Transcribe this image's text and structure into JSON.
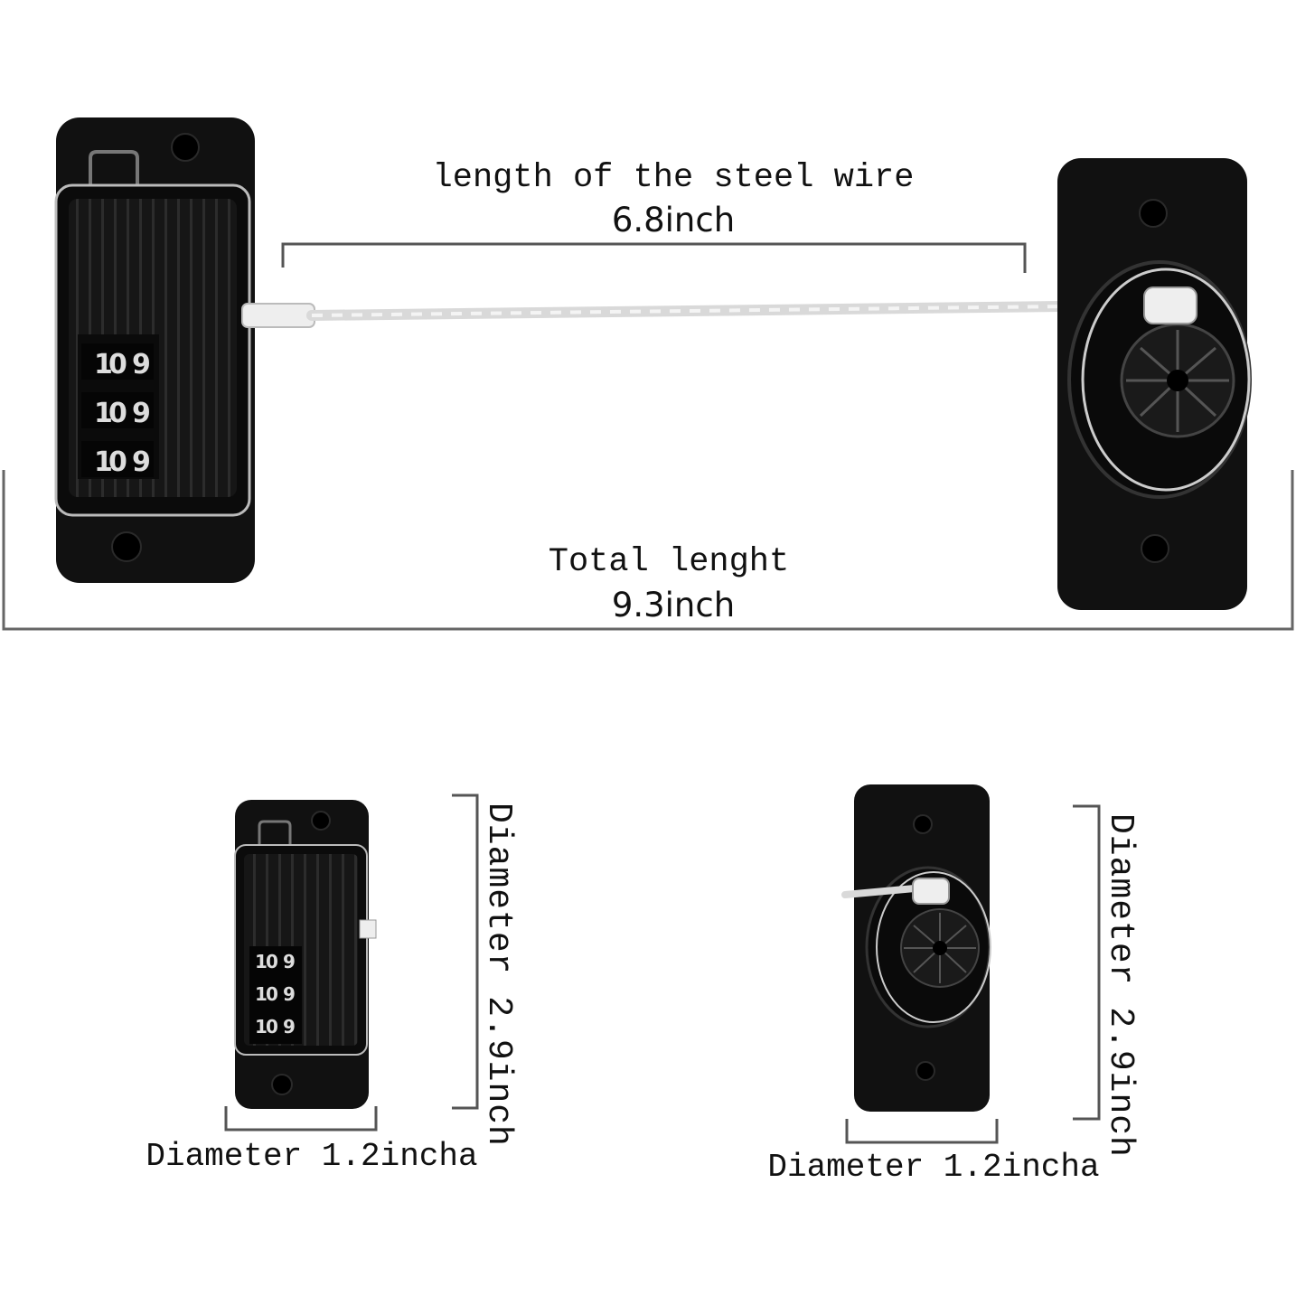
{
  "labels": {
    "wire_title": "length of the steel wire",
    "wire_value": "6.8inch",
    "total_title": "Total lenght",
    "total_value": "9.3inch",
    "left_diameter_height": "Diameter 2.9inch",
    "left_diameter_width": "Diameter 1.2incha",
    "right_diameter_height": "Diameter 2.9inch",
    "right_diameter_width": "Diameter 1.2incha"
  },
  "lock_dials": [
    "1",
    "0",
    "9"
  ],
  "colors": {
    "background": "#ffffff",
    "lock_body": "#111111",
    "wire": "#d9d9d9",
    "dimension_line": "#555555"
  }
}
